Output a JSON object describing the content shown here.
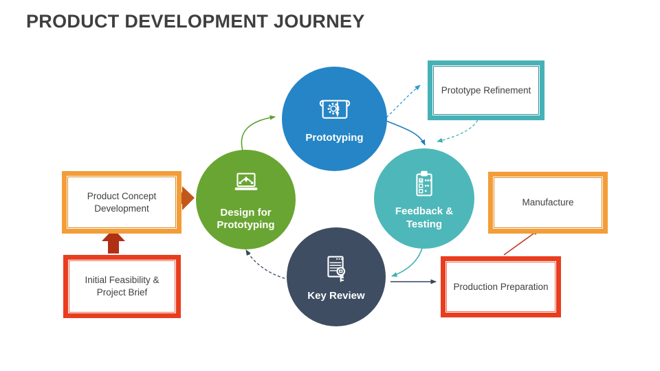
{
  "title": "PRODUCT DEVELOPMENT JOURNEY",
  "colors": {
    "blue": "#2585C6",
    "green": "#69A532",
    "teal": "#4EB7B9",
    "dark": "#3E4D62",
    "orange-frame": "#F39D38",
    "orange-edge": "#DB8A20",
    "red-frame": "#E93D1F",
    "red-edge": "#E86950",
    "teal-frame": "#46B2B7",
    "teal-edge": "#2F8F96",
    "block-red": "#B03015",
    "block-orange": "#C2571B",
    "arrow-green": "#5BA12B",
    "arrow-blue": "#1E7DBE",
    "arrow-blue-dash": "#2F9CD8",
    "arrow-teal": "#3FAFB4",
    "arrow-dark": "#34455C",
    "arrow-red": "#C23A1E",
    "title-text": "#3F3F3F",
    "box-text": "#404040"
  },
  "stages": [
    {
      "label": "Prototyping",
      "icon": "blueprint-gear-pencil-icon"
    },
    {
      "label": "Design for Prototyping",
      "icon": "laptop-bezier-pen-icon"
    },
    {
      "label": "Feedback & Testing",
      "icon": "clipboard-checklist-icon"
    },
    {
      "label": "Key Review",
      "icon": "document-key-icon"
    }
  ],
  "boxes": [
    {
      "label": "Product Concept Development",
      "frame": "orange"
    },
    {
      "label": "Initial Feasibility & Project Brief",
      "frame": "red"
    },
    {
      "label": "Prototype Refinement",
      "frame": "teal"
    },
    {
      "label": "Manufacture",
      "frame": "orange"
    },
    {
      "label": "Production Preparation",
      "frame": "red"
    }
  ],
  "connections": [
    {
      "from": "Initial Feasibility & Project Brief",
      "to": "Product Concept Development",
      "style": "block-arrow-up",
      "color": "block-red"
    },
    {
      "from": "Product Concept Development",
      "to": "Design for Prototyping",
      "style": "block-arrow-right",
      "color": "block-orange"
    },
    {
      "from": "Design for Prototyping",
      "to": "Prototyping",
      "style": "solid-curve",
      "color": "arrow-green"
    },
    {
      "from": "Prototyping",
      "to": "Prototype Refinement",
      "style": "dashed-curve",
      "color": "arrow-blue-dash"
    },
    {
      "from": "Prototype Refinement",
      "to": "Feedback & Testing",
      "style": "dashed-curve",
      "color": "arrow-teal"
    },
    {
      "from": "Prototyping",
      "to": "Feedback & Testing",
      "style": "solid-curve",
      "color": "arrow-blue"
    },
    {
      "from": "Feedback & Testing",
      "to": "Key Review",
      "style": "solid-curve",
      "color": "arrow-teal"
    },
    {
      "from": "Key Review",
      "to": "Design for Prototyping",
      "style": "dashed-curve",
      "color": "arrow-dark"
    },
    {
      "from": "Key Review",
      "to": "Production Preparation",
      "style": "solid-straight",
      "color": "arrow-dark"
    },
    {
      "from": "Production Preparation",
      "to": "Manufacture",
      "style": "solid-straight",
      "color": "arrow-red"
    }
  ]
}
